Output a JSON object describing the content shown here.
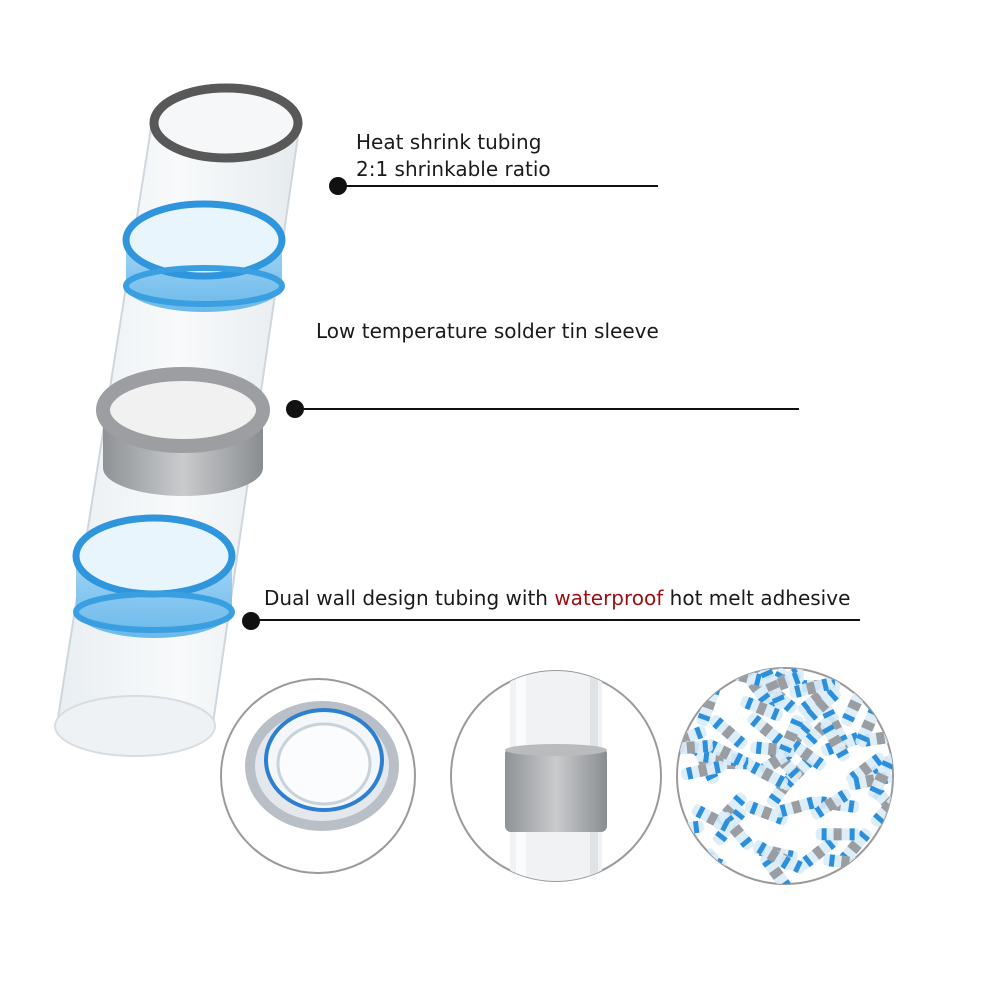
{
  "callouts": {
    "heat_shrink": {
      "line1": "Heat shrink tubing",
      "line2": "2:1 shrinkable ratio"
    },
    "solder_sleeve": {
      "text": "Low temperature  solder tin sleeve"
    },
    "dual_wall": {
      "before": "Dual wall design tubing with ",
      "highlight": "waterproof",
      "after": " hot melt adhesive"
    }
  },
  "colors": {
    "highlight": "#9b0f12",
    "ring_blue": "#3a9fe0",
    "solder_gray": "#a9a9a9",
    "tube_outline": "#555555"
  },
  "detail_photos": [
    "ring-end-view-photo",
    "solder-band-closeup-photo",
    "bulk-connectors-photo"
  ]
}
